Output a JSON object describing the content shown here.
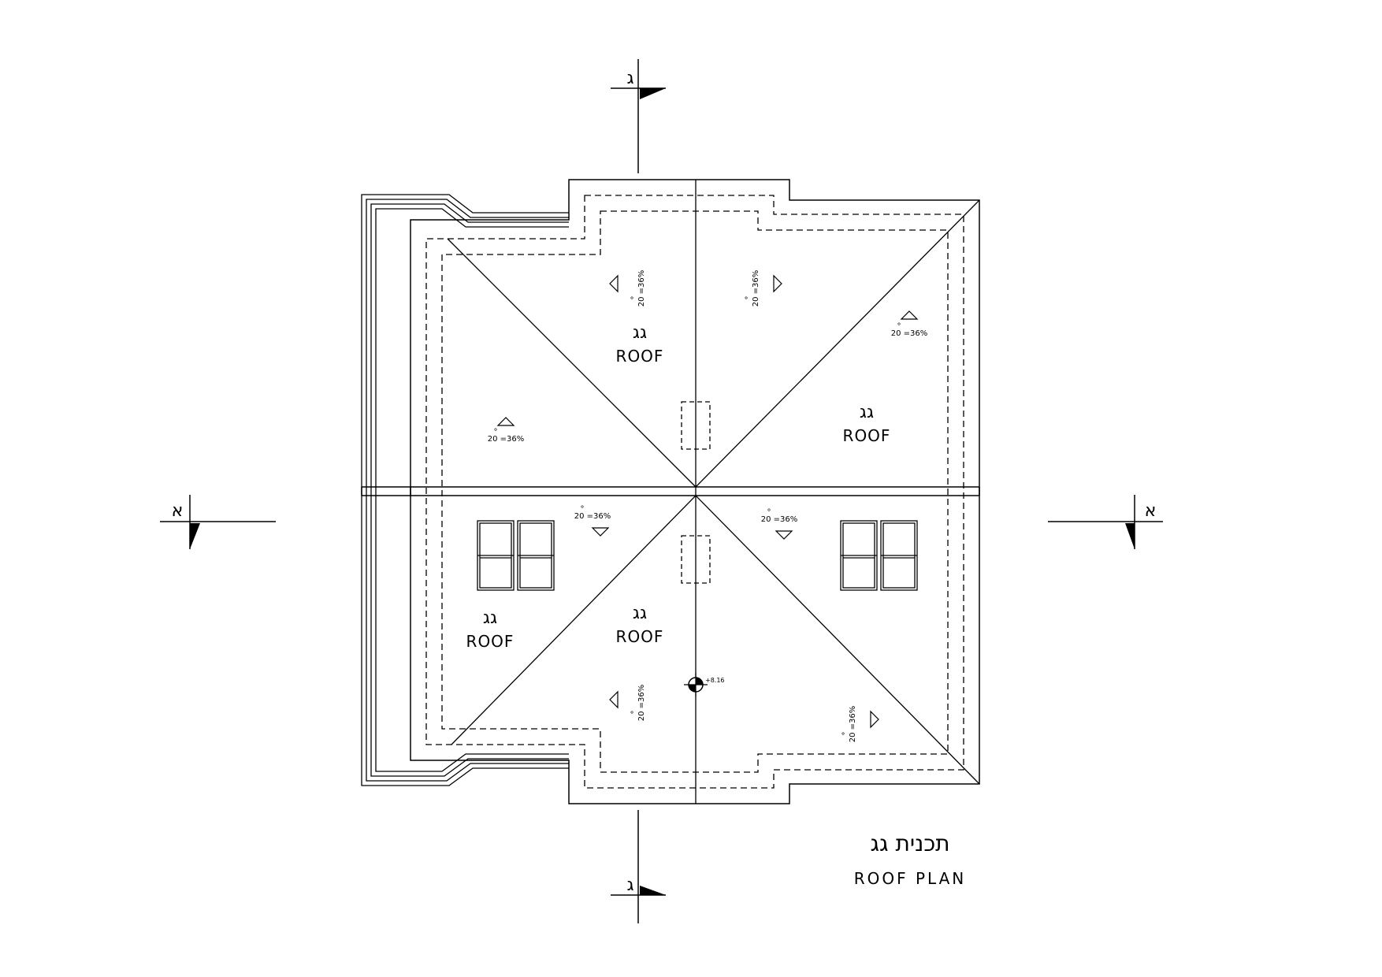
{
  "section_markers": {
    "a": "א",
    "c": "ג"
  },
  "zones": [
    {
      "hebrew": "גג",
      "english": "ROOF"
    },
    {
      "hebrew": "גג",
      "english": "ROOF"
    },
    {
      "hebrew": "גג",
      "english": "ROOF"
    },
    {
      "hebrew": "גג",
      "english": "ROOF"
    }
  ],
  "slope_text": "20 =36%",
  "slope_degree_symbol": "°",
  "elevation_marker": "+8.16",
  "title": {
    "hebrew": "תכנית גג",
    "english": "ROOF PLAN"
  }
}
